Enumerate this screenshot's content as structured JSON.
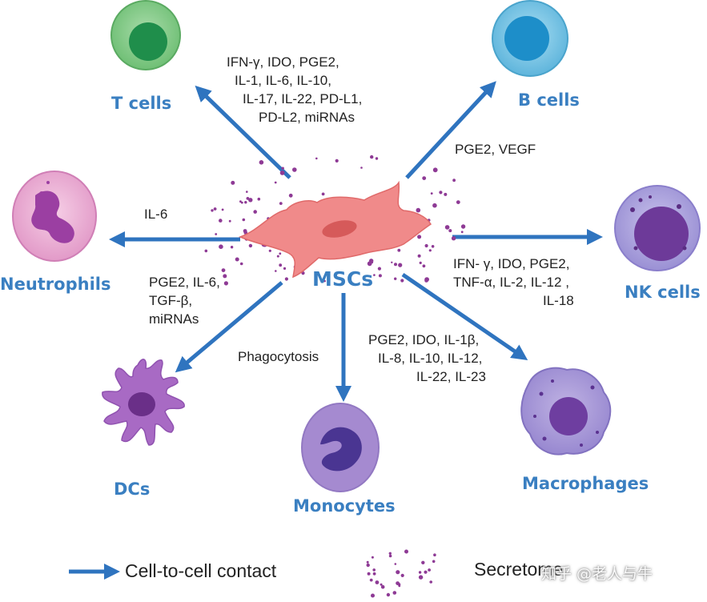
{
  "colors": {
    "arrow": "#2f74bf",
    "label": "#3a7fc1",
    "text": "#222222",
    "dots": "#8e3a95"
  },
  "center": {
    "label": "MSCs"
  },
  "cells": {
    "t_cells": "T cells",
    "b_cells": "B cells",
    "neutrophils": "Neutrophils",
    "nk_cells": "NK cells",
    "dcs": "DCs",
    "monocytes": "Monocytes",
    "macrophages": "Macrophages"
  },
  "factors": {
    "t_cells": [
      "IFN-γ, IDO, PGE2,",
      "IL-1, IL-6, IL-10,",
      "IL-17, IL-22, PD-L1,",
      "PD-L2, miRNAs"
    ],
    "b_cells": [
      "PGE2, VEGF"
    ],
    "neutrophils": [
      "IL-6"
    ],
    "nk_cells": [
      "IFN- γ, IDO, PGE2,",
      "TNF-α, IL-2, IL-12 ,",
      "IL-18"
    ],
    "dcs": [
      "PGE2, IL-6,",
      "TGF-β,",
      "miRNAs"
    ],
    "monocytes": [
      "Phagocytosis"
    ],
    "macrophages": [
      "PGE2, IDO, IL-1β,",
      "IL-8, IL-10, IL-12,",
      "IL-22, IL-23"
    ]
  },
  "legend": {
    "contact": "Cell-to-cell contact",
    "secretome": "Secretome"
  },
  "watermark": "知乎 @老人与牛"
}
